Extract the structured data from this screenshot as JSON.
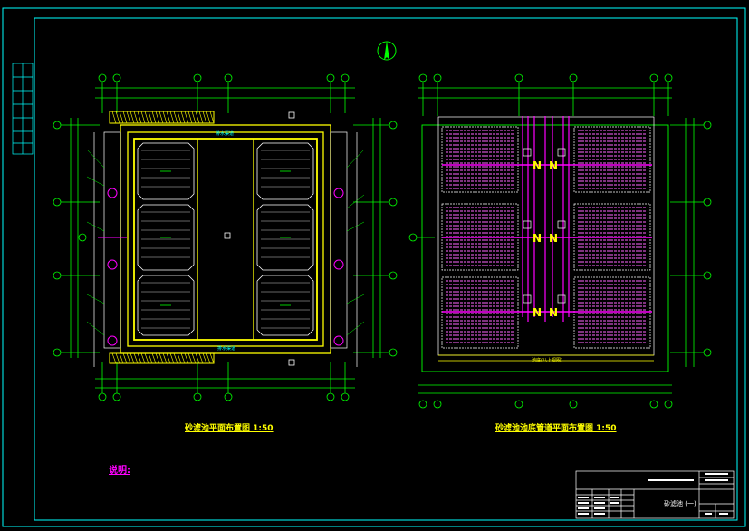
{
  "colors": {
    "background": "#000000",
    "frame": "#00ffff",
    "walls": "#ffff00",
    "dims": "#00ff00",
    "pipes": "#ff00ff",
    "text": "#ffffff",
    "axis": "#00ff00"
  },
  "left_drawing": {
    "caption": "砂滤池平面布置图 1:50",
    "top_channel_label": "排水渠道",
    "bottom_channel_label": "排水渠道"
  },
  "right_drawing": {
    "caption": "砂滤池池底管道平面布置图 1:50",
    "bottom_label": "池底(八上视图)"
  },
  "notes_label": "说明:",
  "title_block": {
    "drawing_title": "砂滤池 (一)"
  },
  "icons": {
    "north_arrow": "north-arrow-icon"
  }
}
